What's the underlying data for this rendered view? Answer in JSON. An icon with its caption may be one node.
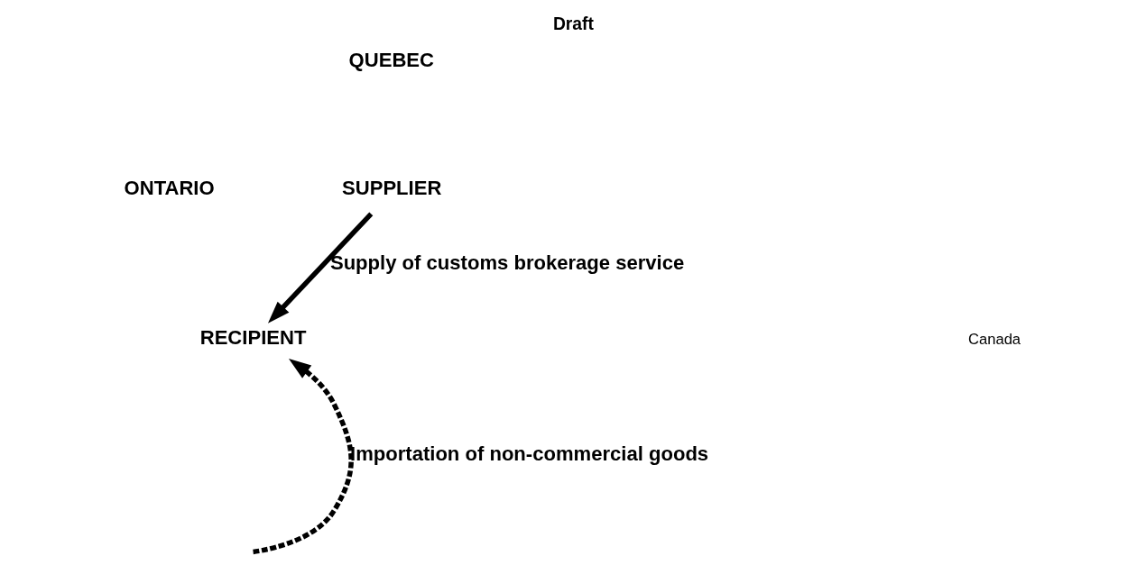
{
  "diagram": {
    "title": "Draft",
    "nodes": [
      {
        "text": [
          "SUPPLIER"
        ]
      },
      {
        "text": [
          "RECIPIENT"
        ]
      }
    ],
    "edges": [
      {
        "from": 0,
        "to": 1,
        "arrow": "to",
        "label": "Supply of customs brokerage service"
      },
      {
        "from": null,
        "to": 1,
        "arrow": "to",
        "label": "Importation of non-commercial goods",
        "style": "dashed"
      }
    ],
    "labels": [
      "QUEBEC",
      "ONTARIO",
      "Canada"
    ]
  }
}
